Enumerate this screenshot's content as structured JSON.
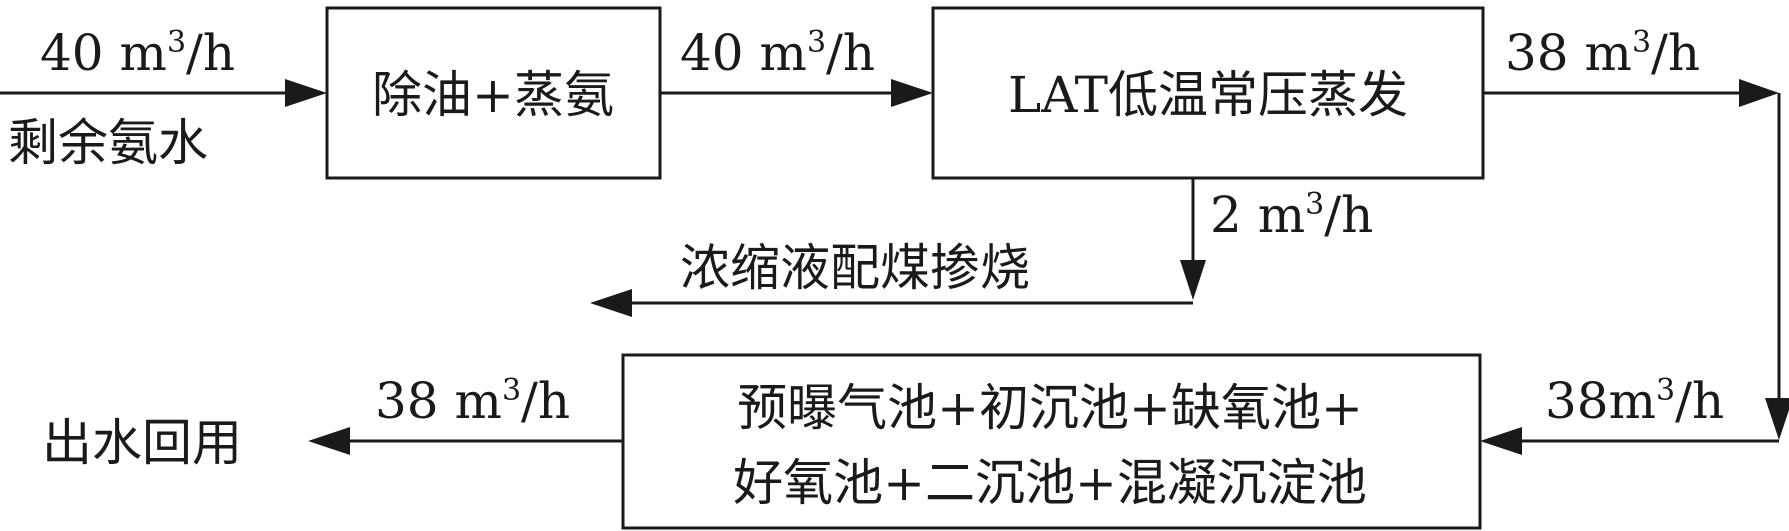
{
  "boxes": {
    "oil_removal": "除油+蒸氨",
    "evaporation": "LAT低温常压蒸发",
    "bio_line1": "预曝气池+初沉池+缺氧池+",
    "bio_line2": "好氧池+二沉池+混凝沉淀池"
  },
  "labels": {
    "inflow_name": "剩余氨水",
    "concentrate_use": "浓缩液配煤掺烧",
    "outflow_name": "出水回用"
  },
  "flows": {
    "inflow": {
      "value": "40 m",
      "sup": "3",
      "unit": "/h"
    },
    "to_evaporation": {
      "value": "40 m",
      "sup": "3",
      "unit": "/h"
    },
    "evaporation_out": {
      "value": "38 m",
      "sup": "3",
      "unit": "/h"
    },
    "concentrate": {
      "value": "2 m",
      "sup": "3",
      "unit": "/h"
    },
    "to_bio": {
      "value": "38m",
      "sup": "3",
      "unit": "/h"
    },
    "effluent": {
      "value": "38 m",
      "sup": "3",
      "unit": "/h"
    }
  }
}
